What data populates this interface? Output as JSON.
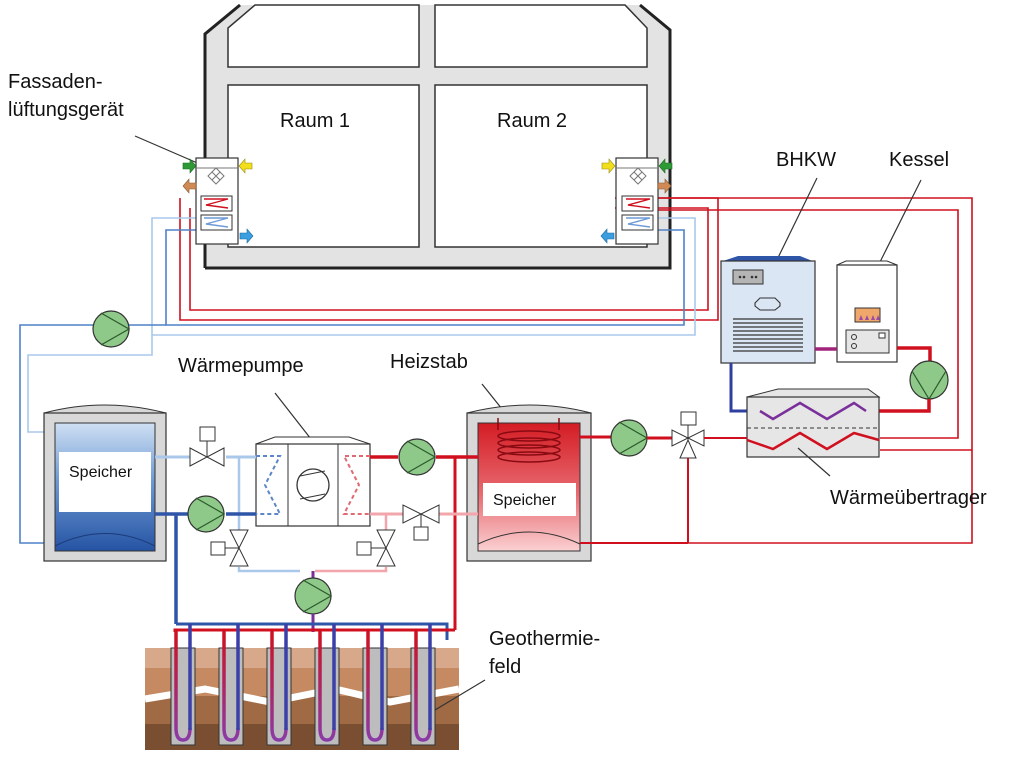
{
  "title": "Energiesystem mit Fassadenlüftungsgeräten",
  "labels": {
    "fassaden_line1": "Fassaden-",
    "fassaden_line2": "lüftungsgerät",
    "raum1": "Raum 1",
    "raum2": "Raum 2",
    "bhkw": "BHKW",
    "kessel": "Kessel",
    "waermepumpe": "Wärmepumpe",
    "heizstab": "Heizstab",
    "speicher_cold": "Speicher",
    "speicher_hot": "Speicher",
    "waermeuebertrager": "Wärmeübertrager",
    "geothermie_line1": "Geothermie-",
    "geothermie_line2": "feld"
  },
  "colors": {
    "hot_pipe": "#d0101e",
    "hot_light": "#f2a5ab",
    "cold_pipe": "#2f55a8",
    "cold_light": "#a9c8ea",
    "mid_blue": "#4f82c8",
    "pump_fill": "#8fc98a",
    "wall": "#e3e3e3",
    "arrow_green": "#2e9a35",
    "arrow_yellow": "#f2df1c",
    "arrow_brown": "#d08a55",
    "arrow_blue": "#3a9ee0"
  },
  "components": {
    "boreholes": 6
  }
}
